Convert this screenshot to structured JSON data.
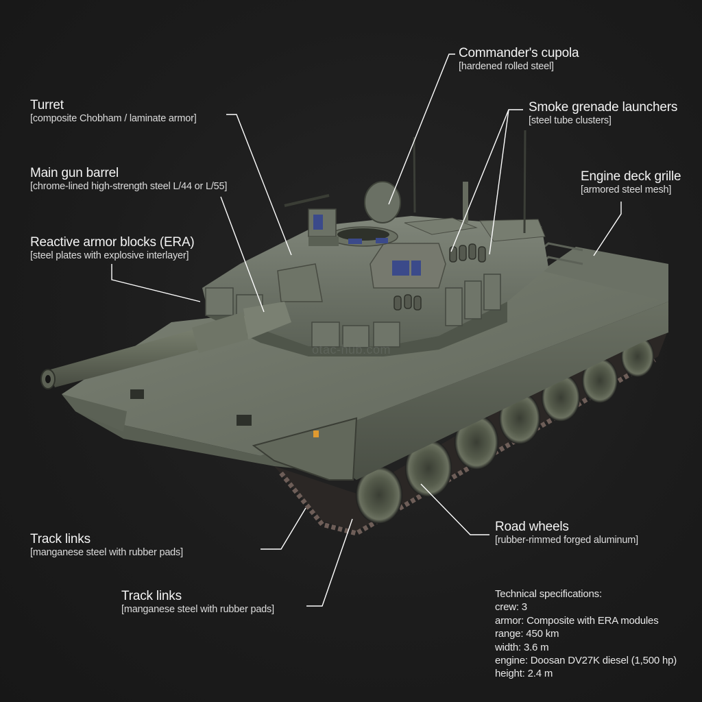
{
  "diagram": {
    "subject": "Main battle tank with labeled components",
    "watermark": "otac-hub.com",
    "colors": {
      "background": "#1c1c1c",
      "hull": "#5f6558",
      "hull_light": "#7a8072",
      "hull_dark": "#3e4239",
      "track": "#3a3330",
      "leader_line": "#ffffff",
      "text": "#f2f2f2"
    },
    "labels": [
      {
        "id": "turret",
        "title": "Turret",
        "sub": "[composite Chobham / laminate armor]"
      },
      {
        "id": "main-gun",
        "title": "Main gun barrel",
        "sub": "[chrome-lined high-strength steel L/44 or L/55]"
      },
      {
        "id": "era",
        "title": "Reactive armor blocks (ERA)",
        "sub": "[steel plates with explosive interlayer]"
      },
      {
        "id": "cupola",
        "title": "Commander's cupola",
        "sub": "[hardened rolled steel]"
      },
      {
        "id": "smoke",
        "title": "Smoke grenade launchers",
        "sub": "[steel tube clusters]"
      },
      {
        "id": "engine-grille",
        "title": "Engine deck grille",
        "sub": "[armored steel mesh]"
      },
      {
        "id": "track-links-1",
        "title": "Track links",
        "sub": "[manganese steel with rubber pads]"
      },
      {
        "id": "track-links-2",
        "title": "Track links",
        "sub": "[manganese steel with rubber pads]"
      },
      {
        "id": "road-wheels",
        "title": "Road wheels",
        "sub": "[rubber-rimmed forged aluminum]"
      }
    ],
    "specs": {
      "heading": "Technical specifications:",
      "lines": [
        "crew: 3",
        "armor: Composite with ERA modules",
        "range: 450 km",
        "width: 3.6 m",
        "engine: Doosan DV27K diesel (1,500 hp)",
        "height: 2.4 m"
      ]
    }
  }
}
